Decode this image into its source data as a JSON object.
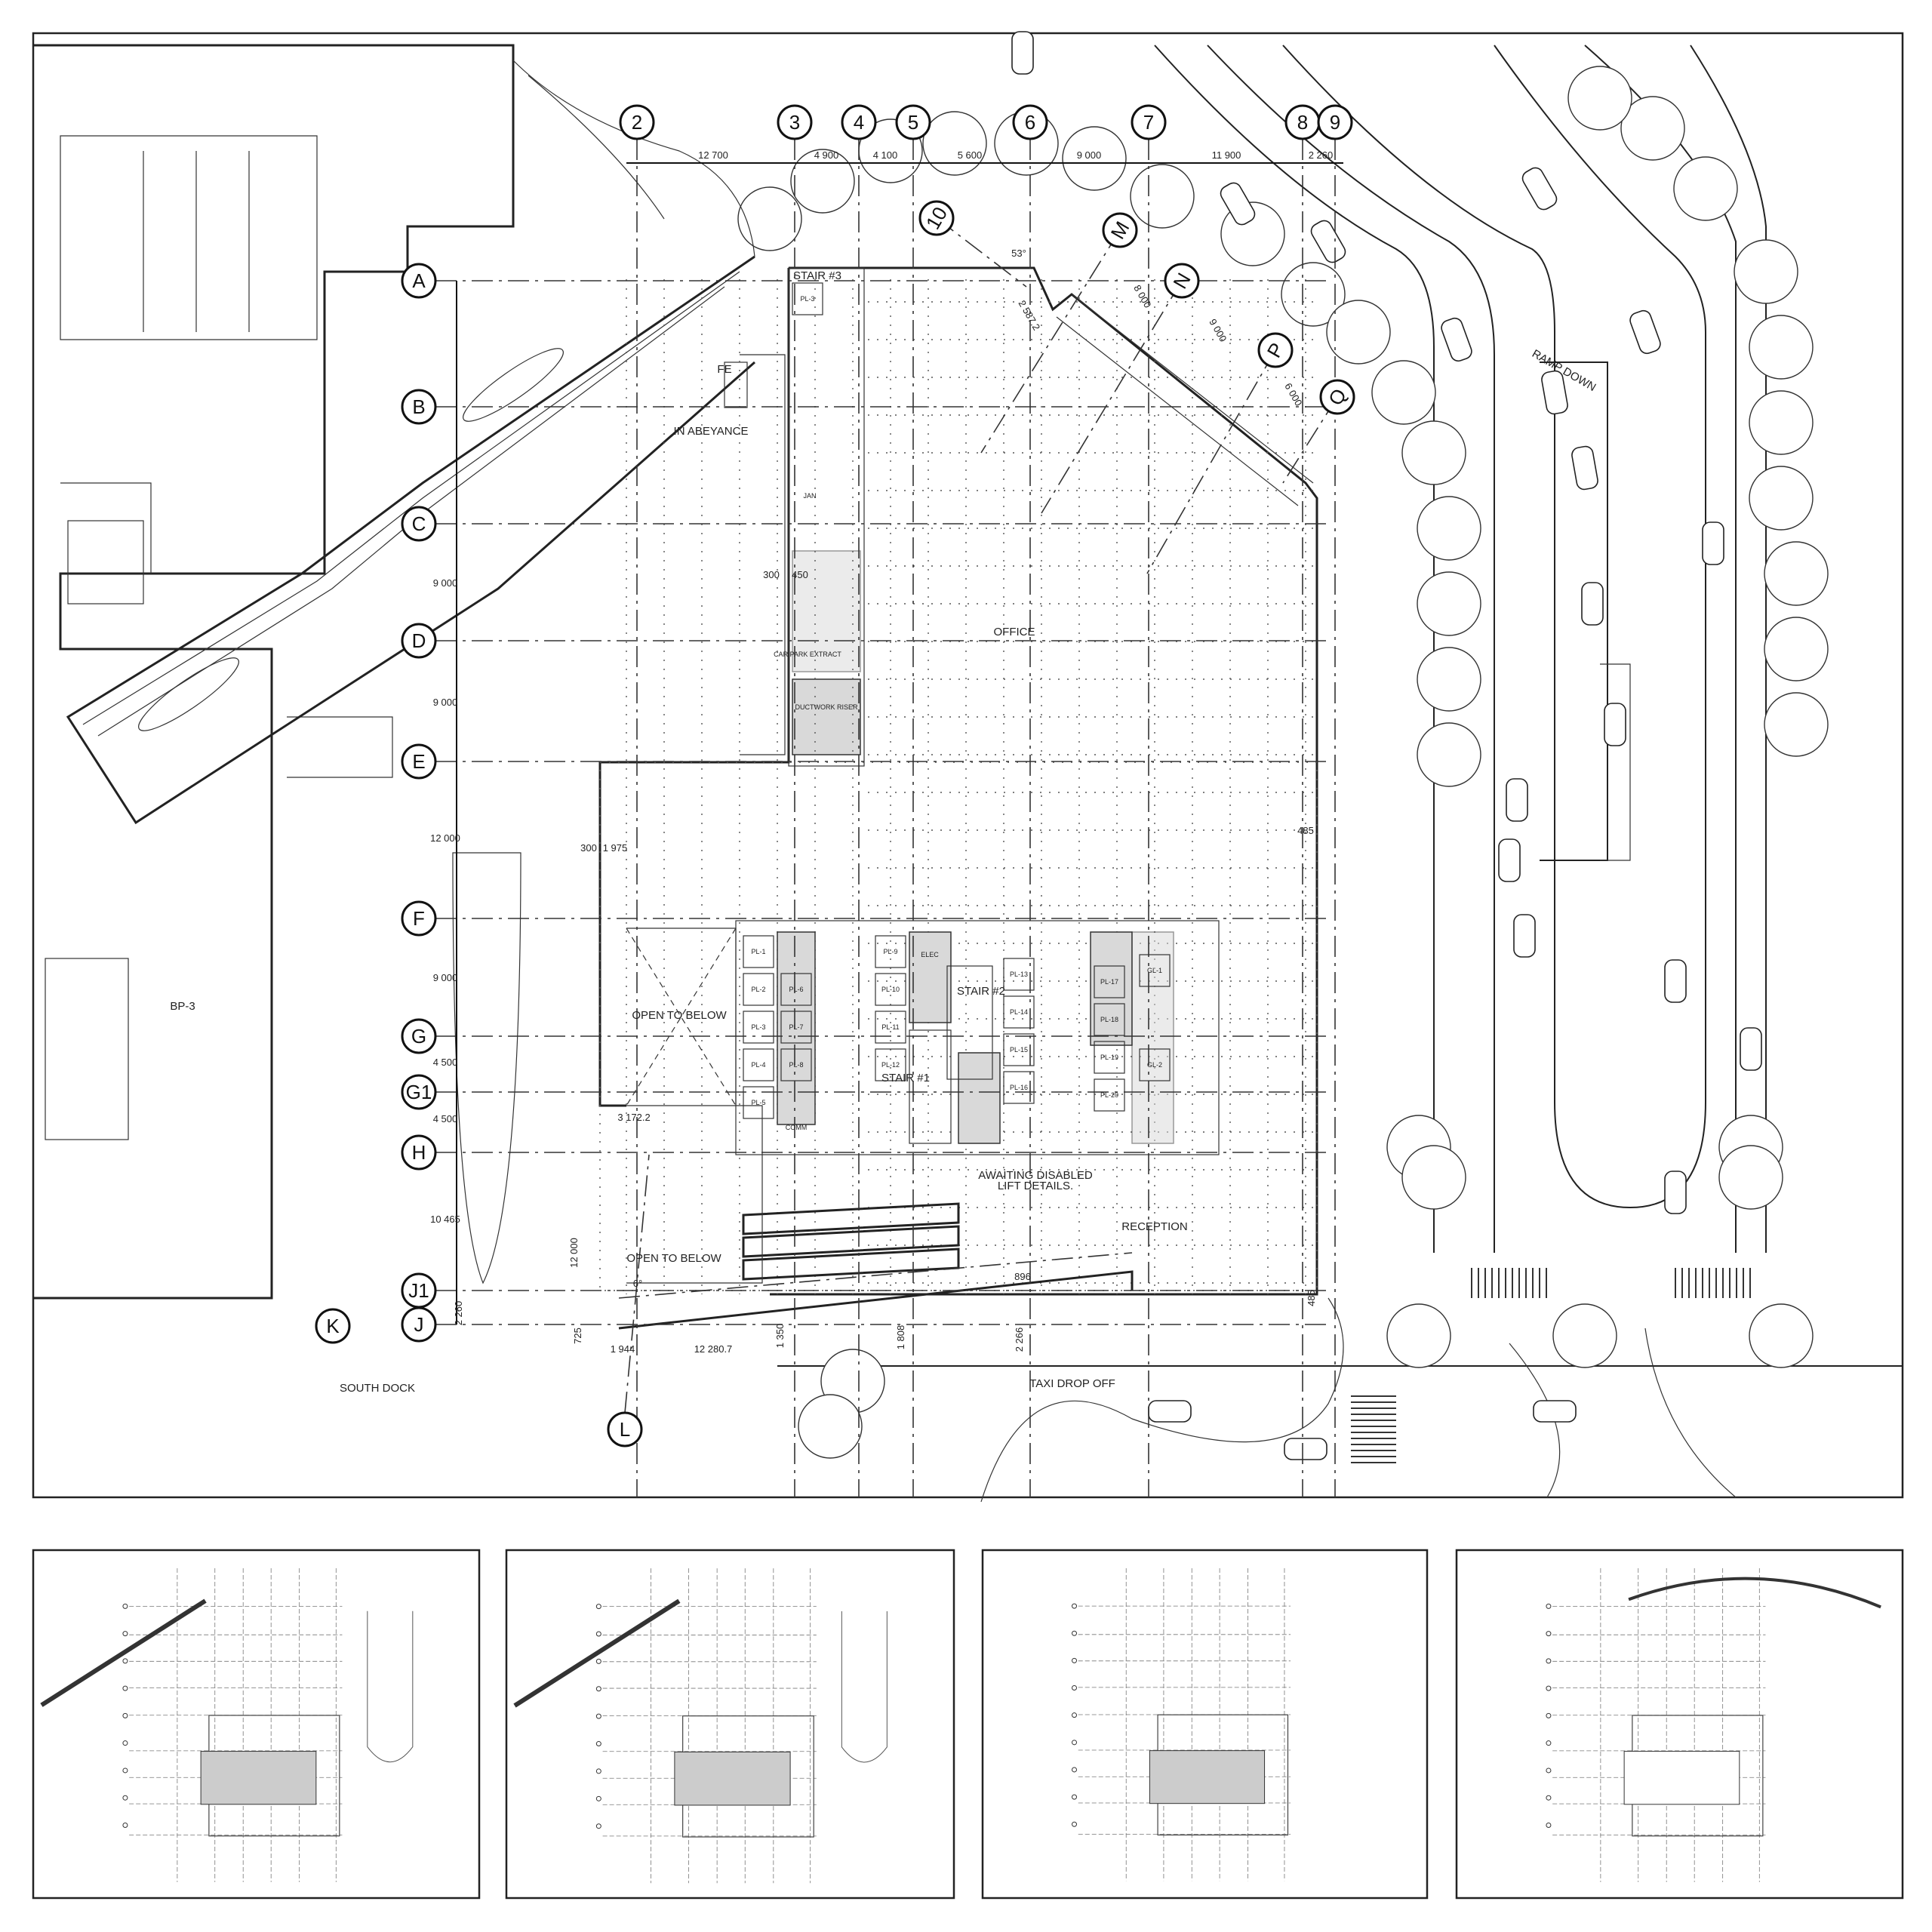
{
  "grid_columns": [
    "2",
    "3",
    "4",
    "5",
    "6",
    "7",
    "8",
    "9"
  ],
  "grid_rows": [
    "A",
    "B",
    "C",
    "D",
    "E",
    "F",
    "G",
    "G1",
    "H",
    "J1",
    "J",
    "K",
    "L"
  ],
  "grid_rotated": [
    "10",
    "M",
    "N",
    "P",
    "Q"
  ],
  "rooms": {
    "office": "OFFICE",
    "reception": "RECEPTION",
    "taxi": "TAXI DROP OFF",
    "south_dock": "SOUTH DOCK",
    "bp3": "BP-3",
    "abeyance": "IN ABEYANCE",
    "fe": "FE",
    "ramp": "RAMP DOWN",
    "open_below_1": "OPEN TO BELOW",
    "open_below_2": "OPEN TO BELOW",
    "awaiting_1": "AWAITING DISABLED",
    "awaiting_2": "LIFT DETAILS.",
    "stair1": "STAIR #1",
    "stair2": "STAIR #2",
    "stair3": "STAIR #3",
    "comm": "COMM",
    "elec": "ELEC",
    "jan": "JAN",
    "ductwork": "DUCTWORK RISER",
    "carpark": "CAR PARK EXTRACT"
  },
  "lifts": [
    "PL-1",
    "PL-2",
    "PL-3",
    "PL-4",
    "PL-5",
    "PL-6",
    "PL-7",
    "PL-8",
    "PL-9",
    "PL-10",
    "PL-11",
    "PL-12",
    "PL-13",
    "PL-14",
    "PL-15",
    "PL-16",
    "PL-17",
    "PL-18",
    "PL-19",
    "PL-20",
    "GL-1",
    "GL-2",
    "PL-3"
  ],
  "dimensions": {
    "top": [
      "12 700",
      "4 900",
      "4 100",
      "5 600",
      "9 000",
      "11 900",
      "2 260"
    ],
    "left": [
      "9 000",
      "9 000",
      "12 000",
      "9 000",
      "4 500",
      "4 500",
      "10 465",
      "2 260"
    ],
    "misc": [
      "300",
      "1 975",
      "300",
      "450",
      "3 172.2",
      "1 944",
      "12 280.7",
      "725",
      "1 350",
      "1 808",
      "2 266",
      "896",
      "485",
      "485",
      "12 000",
      "8 000",
      "9 000",
      "6 000",
      "2 587.2",
      "53°",
      "6°"
    ]
  }
}
